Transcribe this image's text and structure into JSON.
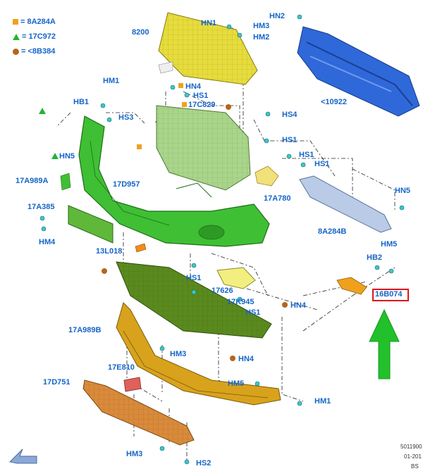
{
  "legend": [
    {
      "symbol": "orange-square",
      "color": "#f0a11c",
      "text": "= 8A284A"
    },
    {
      "symbol": "green-triangle",
      "color": "#22b532",
      "text": "= 17C972"
    },
    {
      "symbol": "brown-circle",
      "color": "#b5651d",
      "text": "= <8B384"
    }
  ],
  "callouts": [
    "8200",
    "HN1",
    "HM3",
    "HM2",
    "HN2",
    "<10922",
    "HM1",
    "HB1",
    "HN4",
    "HS1",
    "17C829",
    "HS3",
    "HS4",
    "HN5",
    "HS1",
    "HS1",
    "HS1",
    "17A989A",
    "17D957",
    "17A780",
    "17A385",
    "HN5",
    "8A284B",
    "HM4",
    "13L018",
    "HM5",
    "HB2",
    "HS1",
    "17626",
    "17K945",
    "HN4",
    "HS1",
    "16B074",
    "17A989B",
    "HM3",
    "HN4",
    "17E810",
    "HM5",
    "17D751",
    "HM1",
    "HM3",
    "HS2"
  ],
  "highlighted_part": "16B074",
  "footer": [
    "5011900",
    "01-201",
    "BS"
  ],
  "colors": {
    "label": "#1565c8",
    "highlight_box": "#e0151b",
    "arrow": "#22c02a",
    "grille": "#e6dc3c",
    "bumper_cover": "#3fbf34",
    "reinforcement": "#2f68d8",
    "absorber": "#b9cbe6",
    "inner_grille": "#a9d58a",
    "splash_shield": "#5a8a1e",
    "lower_deflector": "#d8a21c",
    "skid_plate": "#d98a3a"
  },
  "nav_icon": "back-arrow-icon"
}
